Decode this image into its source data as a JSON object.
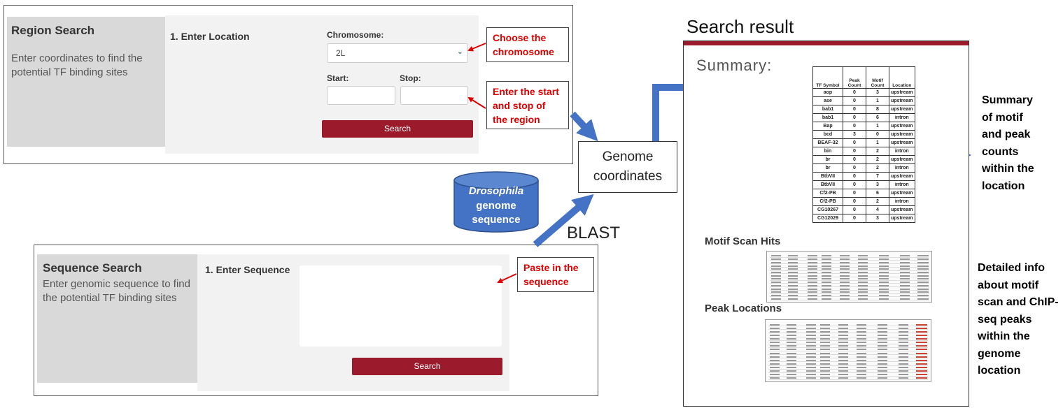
{
  "region_search": {
    "title": "Region Search",
    "description": "Enter coordinates to find the potential TF binding sites",
    "step_label": "1. Enter Location",
    "chromosome_label": "Chromosome:",
    "chromosome_value": "2L",
    "start_label": "Start:",
    "stop_label": "Stop:",
    "search_button": "Search"
  },
  "sequence_search": {
    "title": "Sequence Search",
    "description": "Enter genomic sequence to find the potential TF binding sites",
    "step_label": "1. Enter Sequence",
    "search_button": "Search"
  },
  "callouts": {
    "choose_chromosome": "Choose the chromosome",
    "enter_start_stop": "Enter the start and stop of the region",
    "paste_sequence": "Paste in the sequence"
  },
  "center": {
    "genome_coordinates": "Genome coordinates",
    "database_italic": "Drosophila",
    "database_rest": "genome sequence",
    "blast_label": "BLAST"
  },
  "result": {
    "heading": "Search result",
    "summary_title": "Summary:",
    "motif_hits_title": "Motif Scan Hits",
    "peak_locations_title": "Peak Locations"
  },
  "summary_table": {
    "headers": [
      "TF Symbol",
      "Peak Count",
      "Motif Count",
      "Location"
    ],
    "rows": [
      [
        "aop",
        "0",
        "3",
        "upstream"
      ],
      [
        "ase",
        "0",
        "1",
        "upstream"
      ],
      [
        "bab1",
        "0",
        "8",
        "upstream"
      ],
      [
        "bab1",
        "0",
        "6",
        "intron"
      ],
      [
        "Bap",
        "0",
        "1",
        "upstream"
      ],
      [
        "bcd",
        "3",
        "0",
        "upstream"
      ],
      [
        "BEAF-32",
        "0",
        "1",
        "upstream"
      ],
      [
        "bin",
        "0",
        "2",
        "intron"
      ],
      [
        "br",
        "0",
        "2",
        "upstream"
      ],
      [
        "br",
        "0",
        "2",
        "intron"
      ],
      [
        "BtbVII",
        "0",
        "7",
        "upstream"
      ],
      [
        "BtbVII",
        "0",
        "3",
        "intron"
      ],
      [
        "Cf2-PB",
        "0",
        "6",
        "upstream"
      ],
      [
        "Cf2-PB",
        "0",
        "2",
        "intron"
      ],
      [
        "CG10267",
        "0",
        "4",
        "upstream"
      ],
      [
        "CG12029",
        "0",
        "3",
        "upstream"
      ]
    ]
  },
  "notes": {
    "summary_note": "Summary of motif and peak counts within the location",
    "detail_note": "Detailed info about motif scan and ChIP-seq peaks within the genome location"
  },
  "colors": {
    "arrow": "#4472c4",
    "button": "#9b1a2c",
    "callout_text": "#e00000",
    "database": "#4472c4"
  }
}
